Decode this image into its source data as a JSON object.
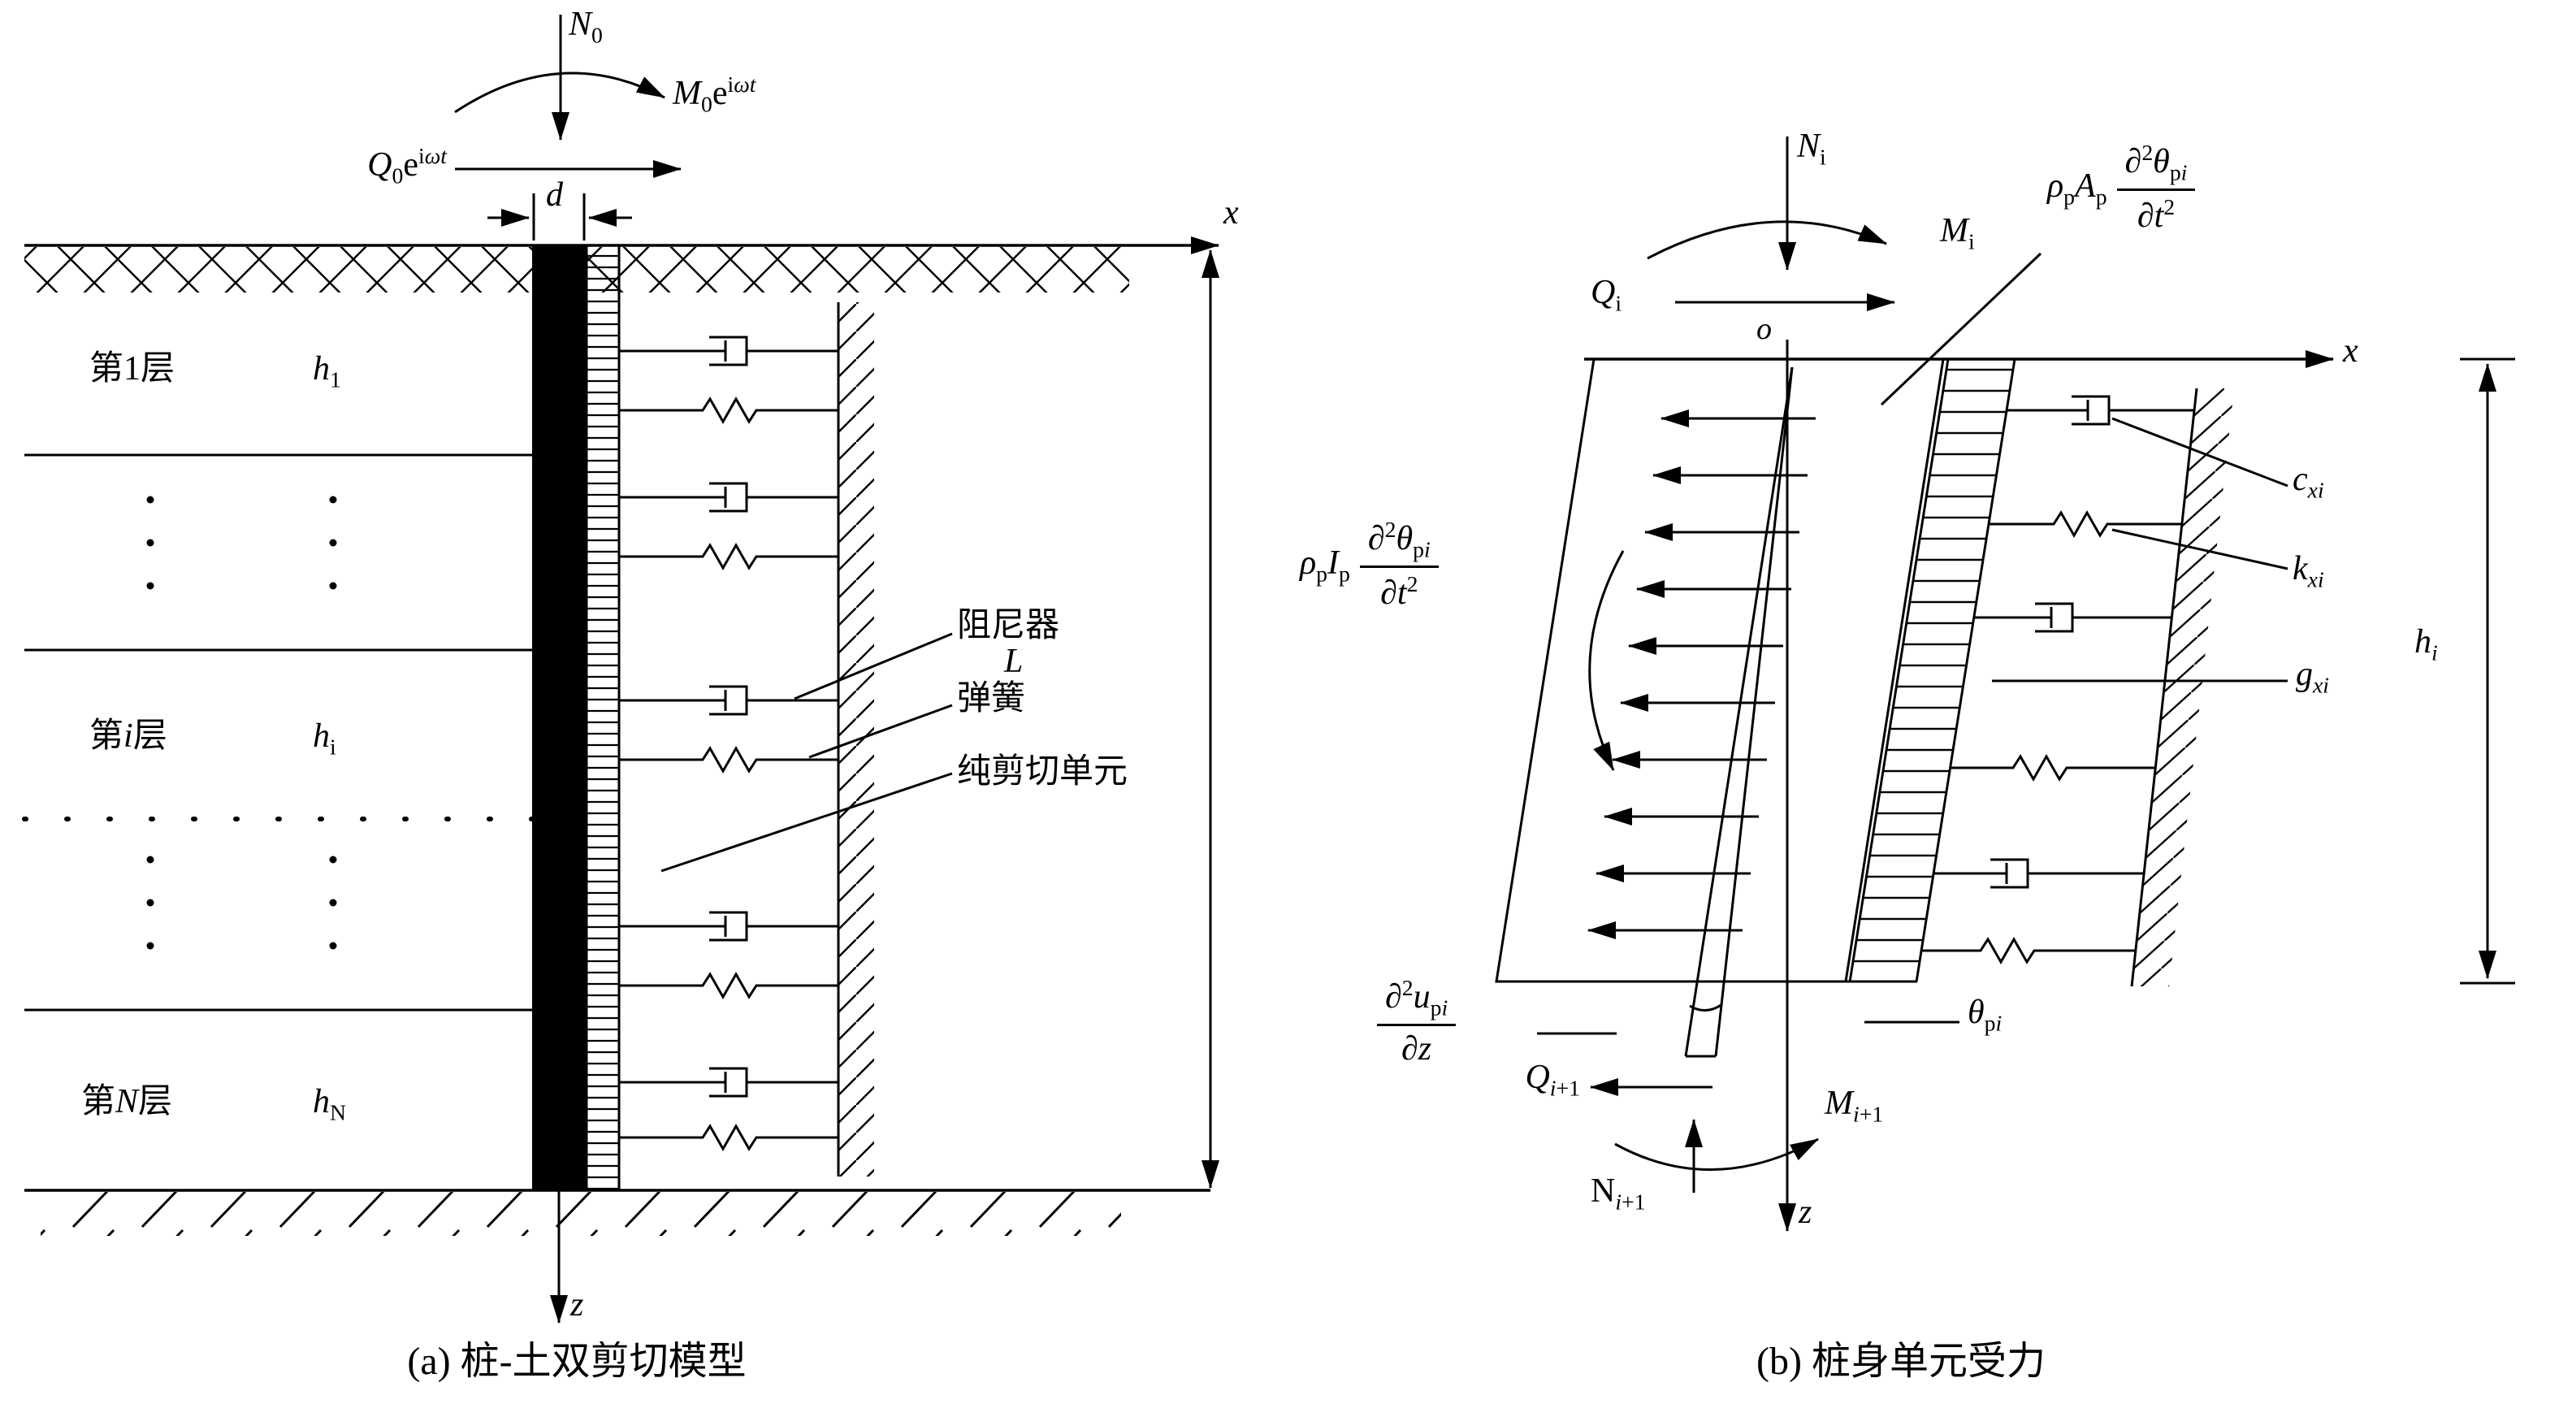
{
  "figure_a": {
    "caption": "(a) 桩-土双剪切模型",
    "axial_load": "<i>N</i><sub>0</sub>",
    "moment_load": "<i>M</i><sub>0</sub>e<sup>i<i>ω</i><i>t</i></sup>",
    "shear_load": "<i>Q</i><sub>0</sub>e<sup>i<i>ω</i><i>t</i></sup>",
    "pile_diameter": "<i>d</i>",
    "pile_length": "<i>L</i>",
    "x_axis": "<i>x</i>",
    "z_axis": "<i>z</i>",
    "layers": [
      {
        "name": "第1层",
        "thickness": "<i>h</i><sub>1</sub>"
      },
      {
        "name": "第<i>i</i>层",
        "thickness": "<i>h</i><sub>i</sub>"
      },
      {
        "name": "第<i>N</i>层",
        "thickness": "<i>h</i><sub>N</sub>"
      }
    ],
    "legend": {
      "damper": "阻尼器",
      "spring": "弹簧",
      "shear_element": "纯剪切单元"
    }
  },
  "figure_b": {
    "caption": "(b) 桩身单元受力",
    "axial_top": "<i>N</i><sub>i</sub>",
    "moment_top": "<i>M</i><sub>i</sub>",
    "shear_top": "<i>Q</i><sub>i</sub>",
    "origin": "<i>o</i>",
    "x_axis": "<i>x</i>",
    "z_axis": "<i>z</i>",
    "trans_inertia": {
      "pre": "<i>ρ</i><sub>p</sub><i>A</i><sub>p</sub>",
      "num": "∂<sup>2</sup><i>θ</i><sub>p<i>i</i></sub>",
      "den": "∂<i>t</i><sup>2</sup>"
    },
    "rot_inertia": {
      "pre": "<i>ρ</i><sub>p</sub><i>I</i><sub>p</sub>",
      "num": "∂<sup>2</sup><i>θ</i><sub>p<i>i</i></sub>",
      "den": "∂<i>t</i><sup>2</sup>"
    },
    "slope_term": {
      "num": "∂<sup>2</sup><i>u</i><sub>p<i>i</i></sub>",
      "den": "∂<i>z</i>"
    },
    "damping_coeff": "<i>c</i><sub><i>xi</i></sub>",
    "spring_coeff": "<i>k</i><sub><i>xi</i></sub>",
    "shear_coeff": "<i>g</i><sub><i>xi</i></sub>",
    "layer_thickness": "<i>h</i><sub><i>i</i></sub>",
    "rotation": "<i>θ</i><sub>p<i>i</i></sub>",
    "shear_bottom": "<i>Q</i><sub><i>i</i>+1</sub>",
    "moment_bottom": "<i>M</i><sub><i>i</i>+1</sub>",
    "axial_bottom": "N<sub><i>i</i>+1</sub>"
  }
}
